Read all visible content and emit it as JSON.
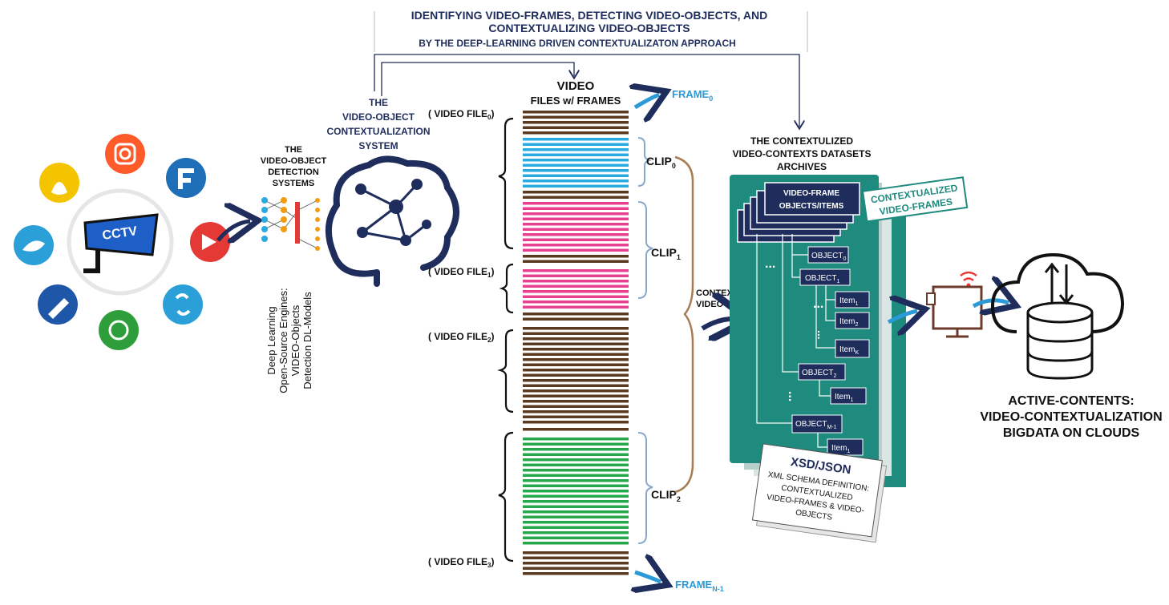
{
  "title": {
    "line1": "IDENTIFYING VIDEO-FRAMES, DETECTING VIDEO-OBJECTS, AND",
    "line2": "CONTEXTUALIZING VIDEO-OBJECTS",
    "line3": "BY THE DEEP-LEARNING DRIVEN CONTEXTUALIZATON APPROACH"
  },
  "cctv": {
    "label": "CCTV"
  },
  "detection": {
    "title": [
      "THE",
      "VIDEO-OBJECT",
      "DETECTION",
      "SYSTEMS"
    ],
    "vertical": [
      "Deep Learning",
      "Open-Source Engines:",
      "VIDEO-Objects",
      "Detection DL-Models"
    ]
  },
  "contextualization_system": {
    "lines": [
      "THE",
      "VIDEO-OBJECT",
      "CONTEXTUALIZATION",
      "SYSTEM"
    ]
  },
  "video_files": {
    "header": [
      "VIDEO",
      "FILES w/ FRAMES"
    ],
    "frame_first": {
      "base": "FRAME",
      "sub": "0"
    },
    "frame_last": {
      "base": "FRAME",
      "sub": "N-1"
    },
    "files": [
      {
        "base": "( VIDEO FILE",
        "sub": "0",
        "close": ")"
      },
      {
        "base": "( VIDEO FILE",
        "sub": "1",
        "close": ")"
      },
      {
        "base": "( VIDEO FILE",
        "sub": "2",
        "close": ")"
      },
      {
        "base": "( VIDEO FILE",
        "sub": "3",
        "close": ")"
      }
    ],
    "clips": [
      {
        "base": "CLIP",
        "sub": "0"
      },
      {
        "base": "CLIP",
        "sub": "1"
      },
      {
        "base": "CLIP",
        "sub": "2"
      }
    ],
    "stripe_colors": {
      "brown": "#5a3a20",
      "blue": "#29aae1",
      "pink": "#e8408f",
      "green": "#26a84a"
    }
  },
  "contextualized_objects": [
    "CONTEXTUALIZED",
    "VIDEO-OBJECTS"
  ],
  "datasets": {
    "title": [
      "THE CONTEXTULIZED",
      "VIDEO-CONTEXTS DATASETS",
      "ARCHIVES"
    ],
    "stack_label": [
      "VIDEO-FRAME",
      "OBJECTS/ITEMS"
    ],
    "stamp": [
      "CONTEXTUALIZED",
      "VIDEO-FRAMES"
    ],
    "objects": [
      {
        "base": "OBJECT",
        "sub": "0"
      },
      {
        "base": "OBJECT",
        "sub": "1"
      },
      {
        "base": "OBJECT",
        "sub": "2"
      },
      {
        "base": "OBJECT",
        "sub": "M-1"
      }
    ],
    "items": [
      {
        "base": "Item",
        "sub": "1"
      },
      {
        "base": "Item",
        "sub": "2"
      },
      {
        "base": "Item",
        "sub": "K"
      },
      {
        "base": "Item",
        "sub": "1"
      },
      {
        "base": "Item",
        "sub": "1"
      }
    ],
    "ellipsis": "..."
  },
  "xsd": {
    "title": "XSD/JSON",
    "lines": [
      "XML SCHEMA DEFINITION:",
      "CONTEXTUALIZED",
      "VIDEO-FRAMES & VIDEO-",
      "OBJECTS"
    ]
  },
  "cloud": {
    "lines": [
      "ACTIVE-CONTENTS:",
      "VIDEO-CONTEXTUALIZATION",
      "BIGDATA ON CLOUDS"
    ]
  },
  "colors": {
    "navy": "#1f2d5c",
    "teal": "#1f8a7e",
    "light_blue": "#2b9ad6",
    "clip_bracket": "#8aa8c8",
    "archive_brace": "#a67c52",
    "app_icons": [
      "#ff5a2a",
      "#1e6fb8",
      "#f5c400",
      "#2a9fd8",
      "#e53935",
      "#2a9fd8",
      "#1f57a8",
      "#2e9e3a"
    ]
  },
  "icons": [
    "cctv-camera-icon",
    "neural-network-icon",
    "brain-icon",
    "computer-wifi-icon",
    "cloud-database-icon",
    "arrow-icon"
  ]
}
